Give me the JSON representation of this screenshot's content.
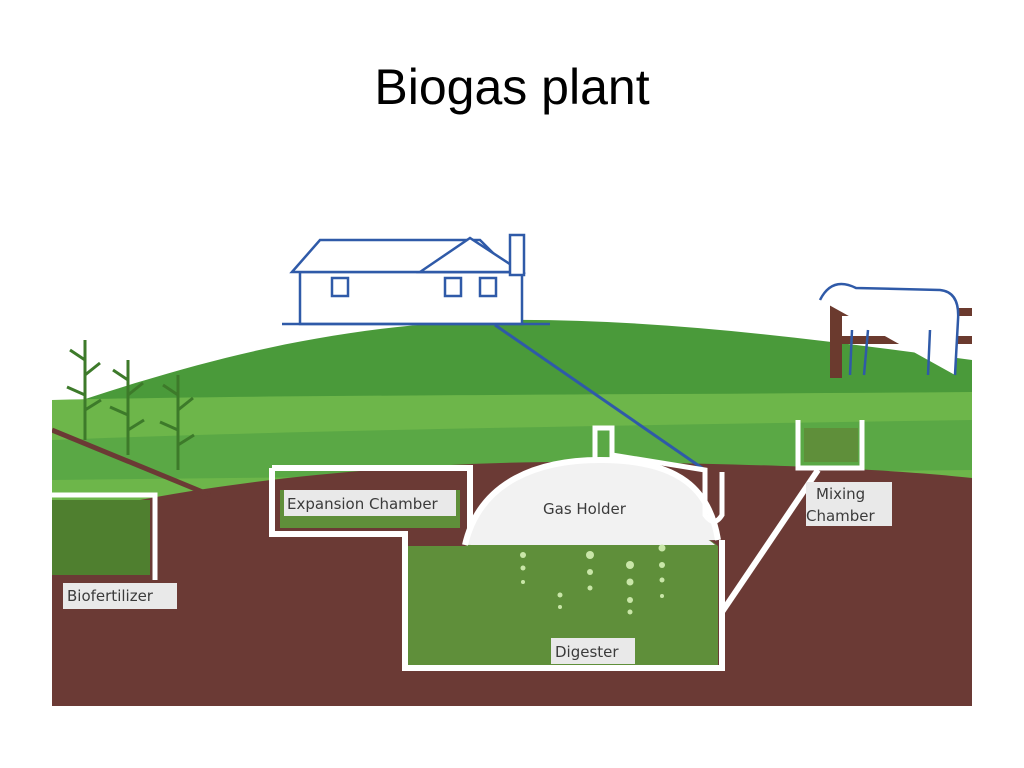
{
  "slide": {
    "title": "Biogas plant"
  },
  "diagram": {
    "labels": {
      "expansion_chamber": "Expansion Chamber",
      "gas_holder": "Gas Holder",
      "mixing_chamber_1": "Mixing",
      "mixing_chamber_2": "Chamber",
      "biofertilizer": "Biofertilizer",
      "digester": "Digester"
    },
    "colors": {
      "soil": "#6b3a35",
      "grass_dark": "#4a9a3a",
      "grass_light": "#6db64a",
      "slurry": "#5f8f3a",
      "wall": "#ffffff",
      "outline": "#2f5aa8",
      "fence": "#6b3a2e"
    }
  }
}
